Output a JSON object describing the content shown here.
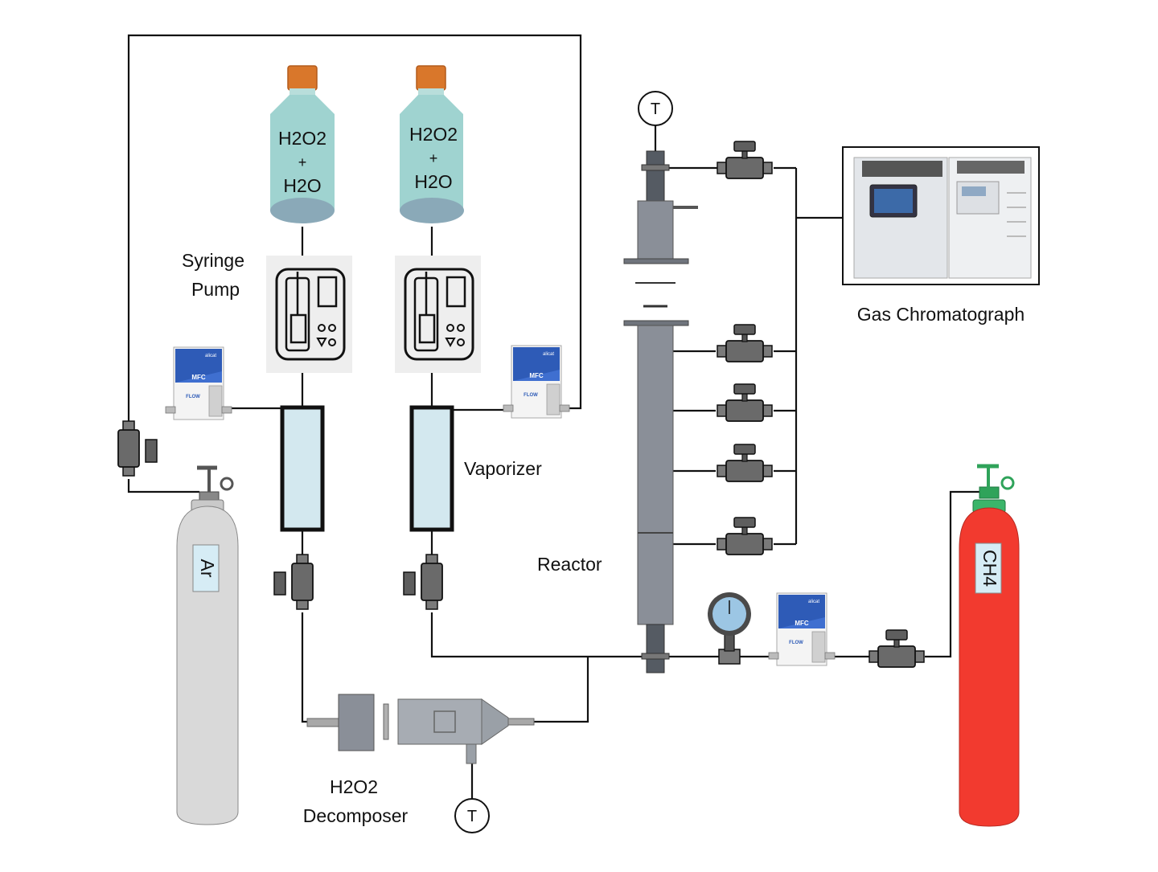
{
  "diagram": {
    "labels": {
      "syringe_pump_line1": "Syringe",
      "syringe_pump_line2": "Pump",
      "vaporizer": "Vaporizer",
      "reactor": "Reactor",
      "gas_chromatograph": "Gas Chromatograph",
      "decomposer_line1": "H2O2",
      "decomposer_line2": "Decomposer"
    },
    "bottles": [
      {
        "line1": "H2O2",
        "line2": "+",
        "line3": "H2O"
      },
      {
        "line1": "H2O2",
        "line2": "+",
        "line3": "H2O"
      }
    ],
    "cylinders": {
      "argon": {
        "label": "Ar",
        "color": "#d9d9d9"
      },
      "methane": {
        "label": "CH4",
        "color": "#f23a2f"
      }
    },
    "thermocouple_symbol": "T",
    "mfc": {
      "label": "MFC",
      "sub": "FLOW",
      "brand": "alicat"
    },
    "colors": {
      "bottle": "#9fd3d0",
      "cap": "#d9772b",
      "vaporizer_fill": "#d3e8ef",
      "valve": "#6a6a6a",
      "reactor": "#8a8f98",
      "mfc_blue": "#2e5bb7"
    }
  }
}
